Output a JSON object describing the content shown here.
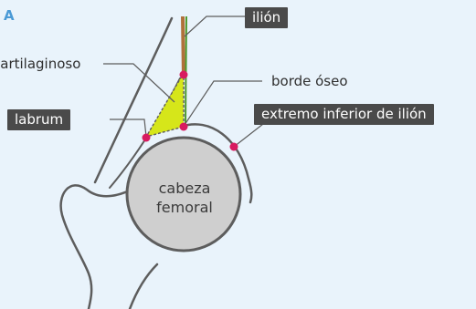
{
  "panel_letter": "A",
  "labels": {
    "ilion": "ilión",
    "cartilaginoso": "cartilaginoso",
    "borde_oseo": "borde óseo",
    "labrum": "labrum",
    "extremo_inferior": "extremo inferior de ilión",
    "cabeza": "cabeza",
    "femoral": "femoral"
  },
  "colors": {
    "background": "#e9f3fb",
    "accent": "#4a9ad6",
    "outline": "#5d5d5d",
    "femoral_head_fill": "#cfcfcf",
    "cartilage_fill": "#d6e61a",
    "marker": "#d81b60",
    "label_box": "#4a4a4a",
    "ilion_stripe": "#b0713a"
  }
}
